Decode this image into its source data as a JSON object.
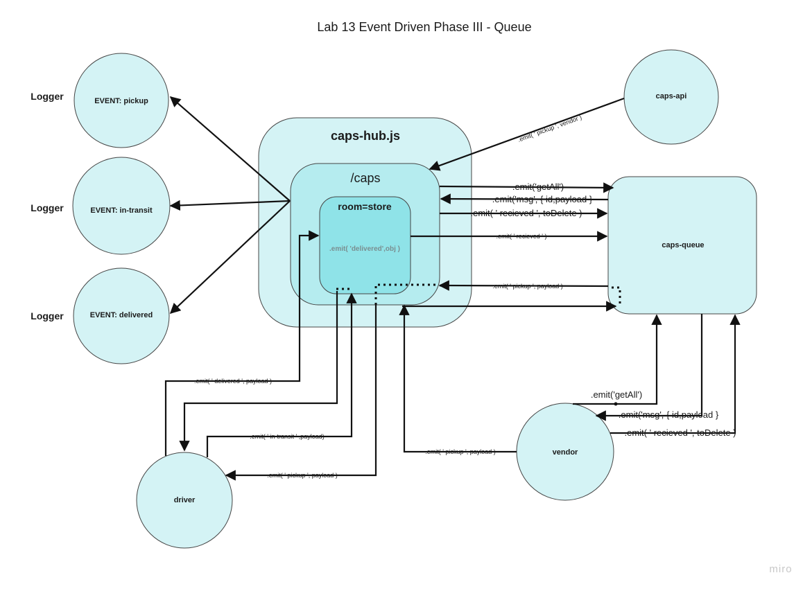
{
  "title": "Lab 13 Event Driven Phase III - Queue",
  "watermark": "miro",
  "colors": {
    "node_fill": "#d4f3f5",
    "hub_fill": "#d4f3f5",
    "caps_fill": "#b5ecef",
    "room_fill": "#8fe3e8",
    "stroke": "#222222"
  },
  "loggers": {
    "logger1": "Logger",
    "logger2": "Logger",
    "logger3": "Logger"
  },
  "nodes": {
    "event_pickup": "EVENT: pickup",
    "event_in_transit": "EVENT: in-transit",
    "event_delivered": "EVENT: delivered",
    "caps_api": "caps-api",
    "caps_queue": "caps-queue",
    "driver": "driver",
    "vendor": "vendor"
  },
  "hub": {
    "title": "caps-hub.js",
    "namespace": "/caps",
    "room": "room=store",
    "inner_emit": ".emit( 'delivered',obj )"
  },
  "edges": {
    "api_pickup": ".emit( ' pickup ', vendor )",
    "q_getall": ".emit('getAll')",
    "q_msg": ".emit('msg', { id,payload }",
    "q_received": ".emit(  ' recieved ', toDelete )",
    "room_received": ".emit( ' recieved ' )",
    "q_pickup": ".emit( ' pickup ', payload )",
    "drv_delivered": ".emit( ' delivered ', payload )",
    "drv_in_transit": ".emit( ' in-transit ' ,payload)",
    "drv_pickup": ".emit( ' pickup ', payload )",
    "vnd_pickup": ".emit( ' pickup ', payload )",
    "vnd_getall": ".emit('getAll')",
    "vnd_msg": ".emit('msg', { id,payload }",
    "vnd_received": ".emit(  ' recieved ', toDelete )"
  }
}
